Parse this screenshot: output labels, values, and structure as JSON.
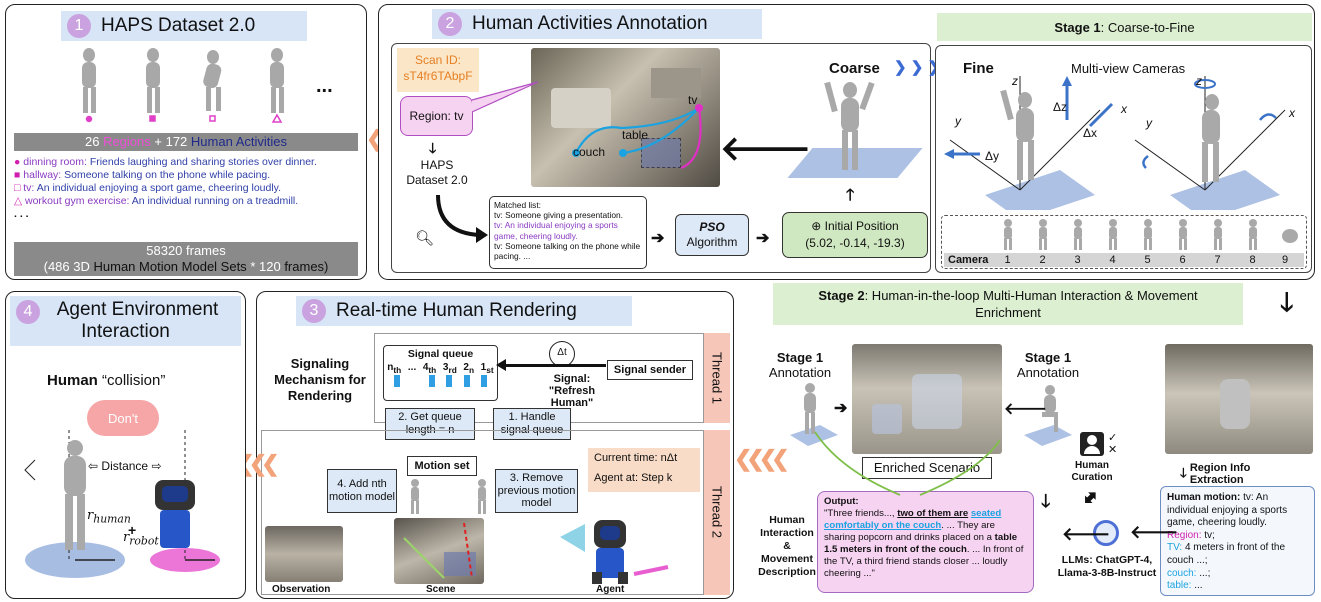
{
  "panel1": {
    "number": "1",
    "title": "HAPS Dataset 2.0",
    "ellipsis": "...",
    "bar_regions_count": "26",
    "bar_regions_label": "Regions",
    "bar_plus": "+ 172",
    "bar_activities": "Human Activities",
    "list": [
      {
        "marker": "●",
        "region": "dinning room:",
        "activity": "Friends laughing and sharing stories over dinner."
      },
      {
        "marker": "■",
        "region": "hallway:",
        "activity": "Someone talking on the phone while pacing."
      },
      {
        "marker": "□",
        "region": "tv:",
        "activity": "An individual enjoying a sport game, cheering loudly."
      },
      {
        "marker": "△",
        "region": "workout gym exercise:",
        "activity": "An individual running on a treadmill."
      }
    ],
    "list_more": ". . .",
    "frames_line1": "58320 frames",
    "frames_line2_a": "(486 3D",
    "frames_line2_b": "Human Motion Model Sets",
    "frames_line2_c": "* 120",
    "frames_line2_d": "frames)"
  },
  "panel2": {
    "number": "2",
    "title": "Human Activities Annotation",
    "scan_id_label": "Scan ID:",
    "scan_id_value": "sT4fr6TAbpF",
    "region_bubble": "Region: tv",
    "haps_line1": "HAPS",
    "haps_line2": "Dataset 2.0",
    "matched_title": "Matched list:",
    "matched_1": "tv: Someone giving a presentation.",
    "matched_2": "tv: An individual enjoying a sports game, cheering loudly.",
    "matched_3": "tv: Someone talking on the phone while pacing. ...",
    "pso_italic": "PSO",
    "pso_line2": "Algorithm",
    "init_title": "Initial Position",
    "init_value": "(5.02, -0.14, -19.3)",
    "label_tv": "tv",
    "label_table": "table",
    "label_couch": "couch",
    "coarse": "Coarse"
  },
  "stage1": {
    "title_bold": "Stage 1",
    "title_rest": ": Coarse-to-Fine",
    "fine": "Fine",
    "multiview": "Multi-view Cameras",
    "axis_z": "z",
    "axis_y": "y",
    "axis_x": "x",
    "delta_z": "Δz",
    "delta_x": "Δx",
    "delta_y": "Δy",
    "camera_label": "Camera",
    "cameras": [
      "1",
      "2",
      "3",
      "4",
      "5",
      "6",
      "7",
      "8",
      "9"
    ]
  },
  "stage2": {
    "title_bold": "Stage 2",
    "title_rest": ": Human-in-the-loop Multi-Human Interaction & Movement Enrichment",
    "stage1_ann_bold": "Stage 1",
    "stage1_ann_rest": "Annotation",
    "enriched": "Enriched Scenario",
    "region_info": "Region Info Extraction",
    "human_curation": "Human Curation",
    "llms": "LLMs: ChatGPT-4, Llama-3-8B-Instruct",
    "hi_label": "Human Interaction & Movement Description",
    "output_title": "Output:",
    "output_a": "\"Three friends..., ",
    "output_b": "two of them are",
    "output_c": "seated comfortably on the couch",
    "output_d": ". ... They are sharing popcorn and drinks placed on a ",
    "output_e": "table 1.5 meters in front of the couch",
    "output_f": ". ... In front of the TV, a third friend stands closer ... loudly cheering ...\"",
    "motion_title": "Human motion:",
    "motion_text": "tv: An individual enjoying a sports game, cheering loudly.",
    "motion_region_label": "Region:",
    "motion_region_val": "tv;",
    "motion_tv_label": "TV:",
    "motion_tv_val": "4 meters in front of the couch ...;",
    "motion_couch_label": "couch:",
    "motion_couch_val": "...;",
    "motion_table_label": "table:",
    "motion_table_val": "..."
  },
  "panel3": {
    "number": "3",
    "title": "Real-time Human Rendering",
    "signaling": "Signaling Mechanism for Rendering",
    "signal_queue": "Signal queue",
    "queue_labels": [
      "n",
      "...",
      "4",
      "3",
      "2",
      "1"
    ],
    "queue_subs": [
      "th",
      "",
      "th",
      "rd",
      "n",
      "st"
    ],
    "delta_t": "Δt",
    "signal_sender": "Signal sender",
    "signal_label": "Signal:",
    "signal_value": "\"Refresh Human\"",
    "thread1": "Thread 1",
    "thread2": "Thread 2",
    "get_queue": "2. Get queue length = n",
    "handle_queue": "1. Handle signal queue",
    "motion_set": "Motion set",
    "add_motion": "4. Add nth motion model",
    "remove_motion": "3. Remove previous motion model",
    "current_time": "Current time: nΔt",
    "agent_at": "Agent at: Step k",
    "observation": "Observation",
    "scene": "Scene",
    "agent": "Agent"
  },
  "panel4": {
    "number": "4",
    "title_line1": "Agent Environment",
    "title_line2": "Interaction",
    "human_label": "Human",
    "collision": "“collision”",
    "dont": "Don't",
    "distance": "Distance",
    "r_human": "r",
    "r_human_sub": "human",
    "r_robot": "r",
    "r_robot_sub": "robot",
    "plus": "+"
  },
  "colors": {
    "title_blue": "#d7e5f7",
    "stage_green": "#dcefd1",
    "thread_salmon": "#f6c6b8",
    "arrow_orange": "#f3a37a",
    "number_purple": "#c9a2df",
    "output_pink": "#f7d3f2"
  }
}
